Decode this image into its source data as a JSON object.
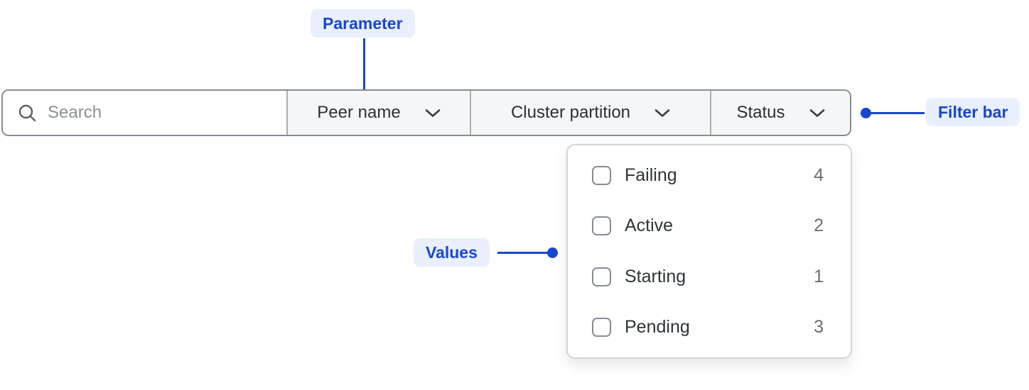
{
  "colors": {
    "accent_blue": "#1847CE",
    "annotation_badge_bg": "#E9EFFC",
    "filter_bar_border": "#878D94",
    "dropdown_section_bg": "#F5F6F8",
    "panel_border": "#D2D5DA"
  },
  "annotations": {
    "parameter": "Parameter",
    "values": "Values",
    "filter_bar": "Filter bar"
  },
  "filter_bar": {
    "search": {
      "placeholder": "Search",
      "value": "",
      "icon": "search-icon"
    },
    "dropdowns": [
      {
        "label": "Peer name",
        "icon": "chevron-down-icon",
        "open": false
      },
      {
        "label": "Cluster partition",
        "icon": "chevron-down-icon",
        "open": false
      },
      {
        "label": "Status",
        "icon": "chevron-down-icon",
        "open": true
      }
    ]
  },
  "status_menu": {
    "parent": "Status",
    "items": [
      {
        "label": "Failing",
        "count": "4",
        "checked": false
      },
      {
        "label": "Active",
        "count": "2",
        "checked": false
      },
      {
        "label": "Starting",
        "count": "1",
        "checked": false
      },
      {
        "label": "Pending",
        "count": "3",
        "checked": false
      }
    ]
  }
}
